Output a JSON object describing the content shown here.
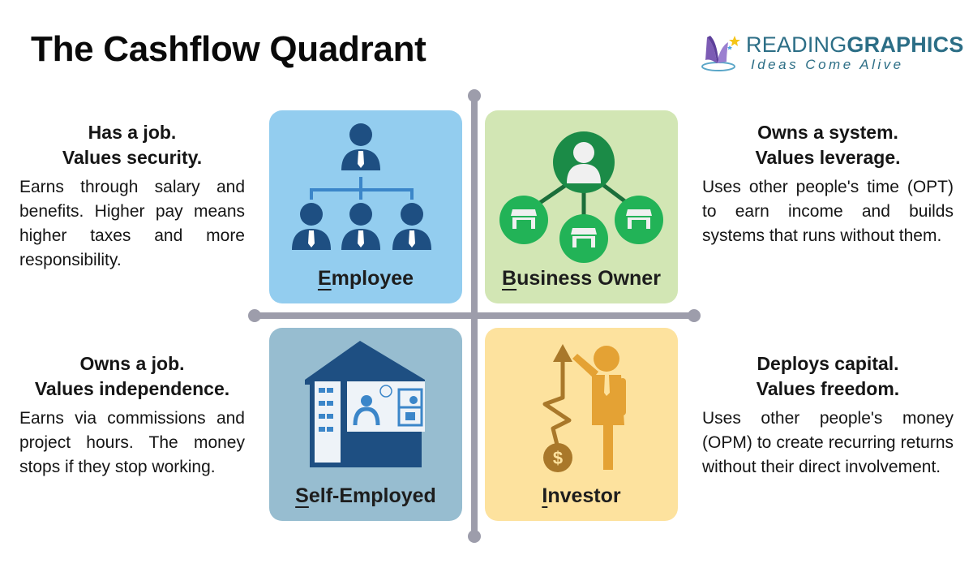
{
  "title": "The Cashflow Quadrant",
  "logo": {
    "name_light": "READING",
    "name_bold": "GRAPHICS",
    "tagline": "Ideas Come Alive"
  },
  "colors": {
    "employee_bg": "#93cdef",
    "business_bg": "#d2e6b4",
    "self_employed_bg": "#97bdd0",
    "investor_bg": "#fde29e",
    "axis": "#9d9dab",
    "navy": "#1e4f82",
    "green_dark": "#1b8b47",
    "green": "#22b357",
    "gold": "#e4a234",
    "gold_dark": "#a9782a",
    "logo_teal": "#2c6e86"
  },
  "quadrants": [
    {
      "id": "employee",
      "letter": "E",
      "label_rest": "mployee",
      "head1": "Has a job.",
      "head2": "Values security.",
      "body": "Earns through salary and benefits. Higher pay means higher taxes and more responsibility."
    },
    {
      "id": "business-owner",
      "letter": "B",
      "label_rest": "usiness Owner",
      "head1": "Owns a system.",
      "head2": "Values leverage.",
      "body": "Uses other people's time (OPT) to earn income and builds systems that runs without them."
    },
    {
      "id": "self-employed",
      "letter": "S",
      "label_rest": "elf-Employed",
      "head1": "Owns a job.",
      "head2": "Values independence.",
      "body": "Earns via commissions and project hours. The money stops if they stop working."
    },
    {
      "id": "investor",
      "letter": "I",
      "label_rest": "nvestor",
      "head1": "Deploys capital.",
      "head2": "Values freedom.",
      "body": "Uses other people's money (OPM) to create recurring returns without their direct involvement."
    }
  ],
  "icons": {
    "employee": "org-chart-people-icon",
    "business_owner": "owner-with-stores-icon",
    "self_employed": "shop-house-icon",
    "investor": "investor-growth-arrow-icon"
  }
}
